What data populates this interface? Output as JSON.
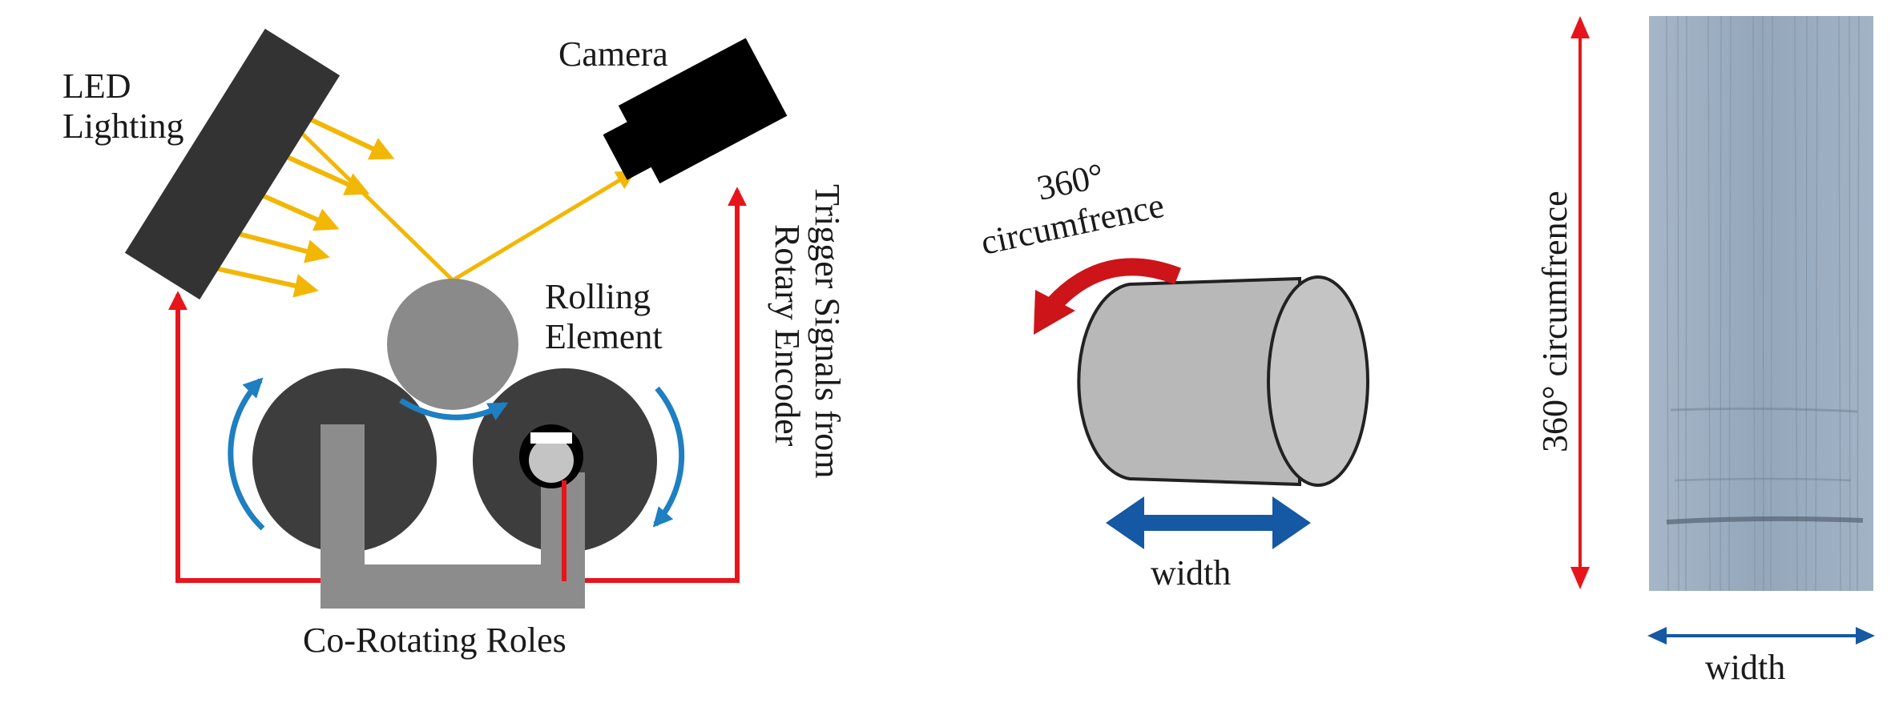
{
  "setup": {
    "led_label_line1": "LED",
    "led_label_line2": "Lighting",
    "camera_label": "Camera",
    "rolling_label_line1": "Rolling",
    "rolling_label_line2": "Element",
    "trigger_label_line1": "Trigger Signals from",
    "trigger_label_line2": "Rotary Encoder",
    "rollers_label": "Co-Rotating Roles"
  },
  "cylinder": {
    "rotation_label_line1": "360°",
    "rotation_label_line2": "circumfrence",
    "width_label": "width"
  },
  "scan": {
    "height_label": "360° circumfrence",
    "width_label": "width"
  },
  "colors": {
    "device_dark": "#333333",
    "roller_dark": "#3d3d3d",
    "frame_gray": "#8c8c8c",
    "rolling_element": "#8a8a8a",
    "light_rays": "#f2b705",
    "signal_red": "#e8141b",
    "rotation_blue": "#1e7fc1",
    "width_arrow_blue": "#1558a3",
    "cylinder_fill": "#b8b8b8",
    "scan_surface": "#9aacbf"
  }
}
